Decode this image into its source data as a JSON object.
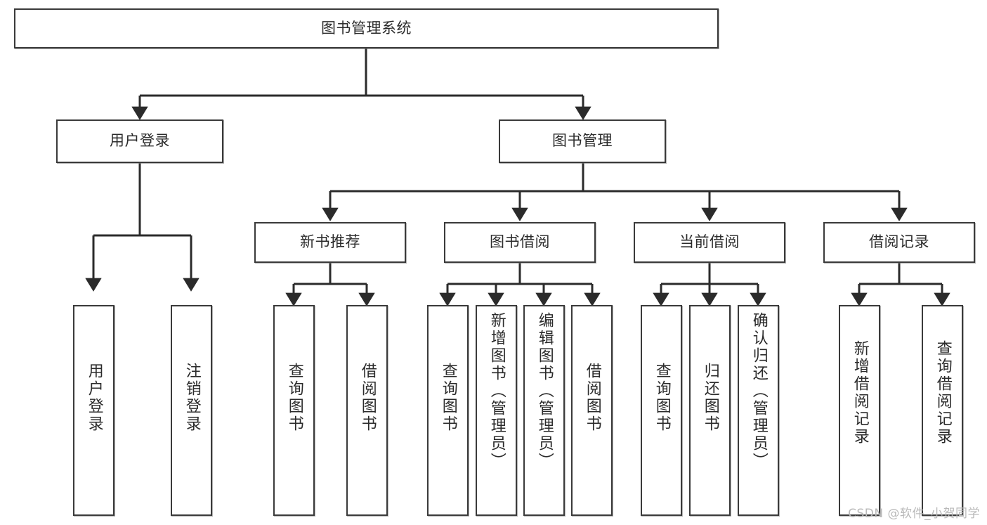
{
  "diagram": {
    "title": "图书管理系统",
    "type": "tree-hierarchy-diagram",
    "colors": {
      "box_border": "#3a3a3a",
      "box_fill": "#ffffff",
      "connector": "#2b2b2b",
      "text": "#2b2b2b",
      "watermark": "#b9b9b9",
      "background": "#ffffff"
    },
    "root": {
      "label": "图书管理系统"
    },
    "level2": [
      {
        "label": "用户登录"
      },
      {
        "label": "图书管理"
      }
    ],
    "level3": [
      {
        "label": "新书推荐"
      },
      {
        "label": "图书借阅"
      },
      {
        "label": "当前借阅"
      },
      {
        "label": "借阅记录"
      }
    ],
    "leaves": {
      "user_login": [
        {
          "label": "用户登录"
        },
        {
          "label": "注销登录"
        }
      ],
      "new_book_recommend": [
        {
          "label": "查询图书"
        },
        {
          "label": "借阅图书"
        }
      ],
      "book_borrow": [
        {
          "label": "查询图书"
        },
        {
          "label": "新增图书（管理员）"
        },
        {
          "label": "编辑图书（管理员）"
        },
        {
          "label": "借阅图书"
        }
      ],
      "current_borrow": [
        {
          "label": "查询图书"
        },
        {
          "label": "归还图书"
        },
        {
          "label": "确认归还（管理员）"
        }
      ],
      "borrow_record": [
        {
          "label": "新增借阅记录"
        },
        {
          "label": "查询借阅记录"
        }
      ]
    },
    "watermark": "CSDN @软件_小贺同学"
  }
}
